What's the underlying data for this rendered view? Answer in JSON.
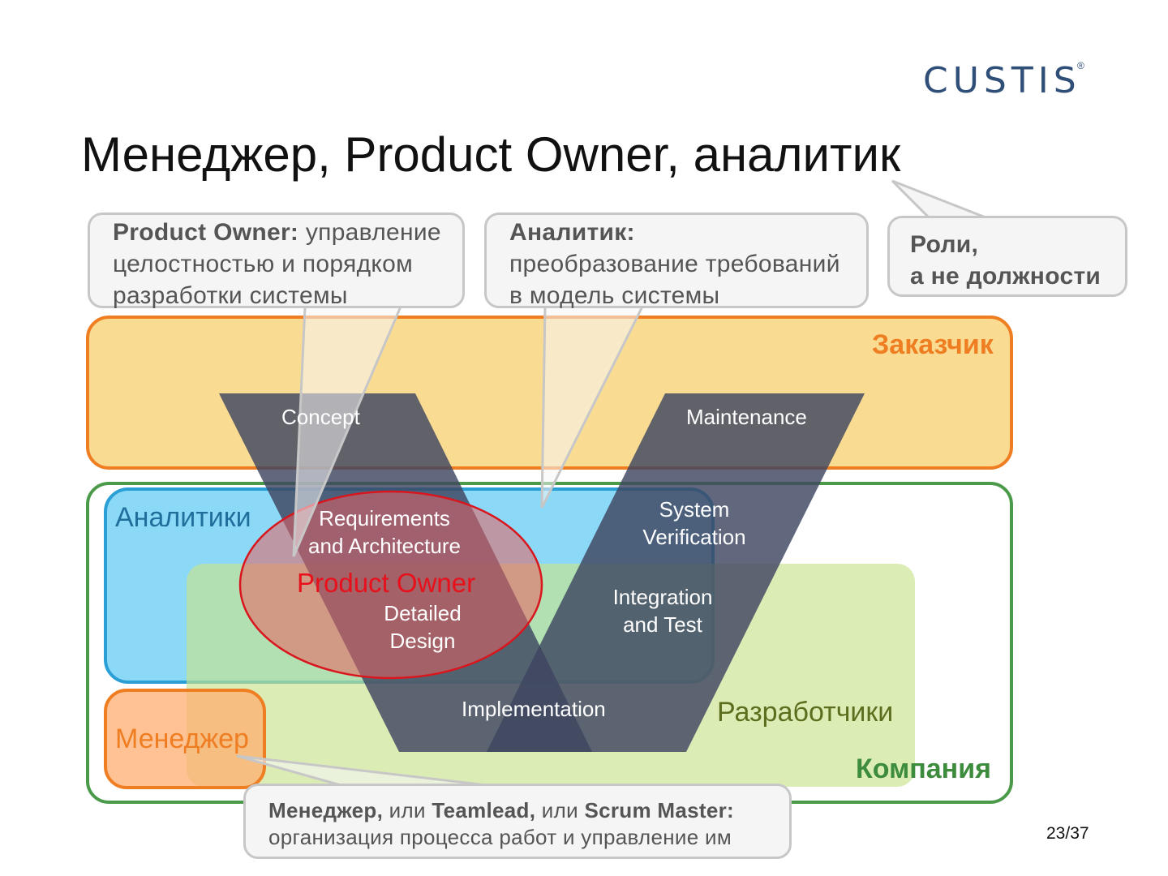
{
  "logo": {
    "text": "CUSTIS",
    "registered": "®"
  },
  "title": "Менеджер, Product Owner, аналитик",
  "callouts": {
    "product_owner": {
      "term": "Product Owner:",
      "text_line1": " управление",
      "text_line2": "целостностью и порядком",
      "text_line3": "разработки системы"
    },
    "analyst": {
      "term": "Аналитик:",
      "text_line1": "преобразование требований",
      "text_line2": "в модель системы"
    },
    "roles": {
      "line1": "Роли,",
      "line2": "а не должности"
    },
    "manager": {
      "term1": "Менеджер,",
      "or1": " или ",
      "term2": "Teamlead,",
      "or2": " или ",
      "term3": "Scrum Master:",
      "line2": "организация процесса работ и управление им"
    }
  },
  "zones": {
    "customer": "Заказчик",
    "company": "Компания",
    "analysts": "Аналитики",
    "developers": "Разработчики",
    "manager": "Менеджер",
    "product_owner": "Product Owner"
  },
  "stages": {
    "concept": "Concept",
    "maintenance": "Maintenance",
    "requirements_l1": "Requirements",
    "requirements_l2": "and Architecture",
    "system_verification_l1": "System",
    "system_verification_l2": "Verification",
    "detailed_design_l1": "Detailed",
    "detailed_design_l2": "Design",
    "integration_l1": "Integration",
    "integration_l2": "and Test",
    "implementation": "Implementation"
  },
  "colors": {
    "customer_zone": "#f5a623",
    "customer_border": "#ef7d22",
    "company_border": "#4a9a4a",
    "analysts_zone": "#5ec8f2",
    "developers_zone": "#b9dc7c",
    "manager_zone": "#ff9a4a",
    "v_model": "#3e4560",
    "product_owner_ellipse": "#e05a5a"
  },
  "page": "23/37"
}
